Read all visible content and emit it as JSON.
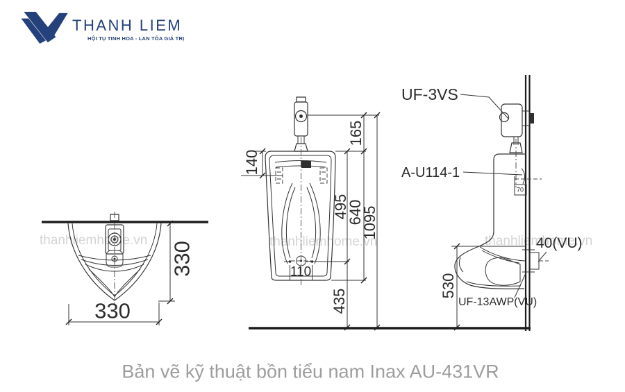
{
  "brand": {
    "name": "THANH LIEM",
    "tagline": "HỘI TỤ TINH HOA - LAN TỎA GIÁ TRỊ"
  },
  "watermark": {
    "text": "thanhliemhome.vn"
  },
  "caption": {
    "text": "Bản vẽ kỹ thuật bồn tiểu nam Inax AU-431VR"
  },
  "colors": {
    "brand_navy": "#24417b",
    "line_dark": "#2f2f2f",
    "caption_gray": "#9d9d9d",
    "watermark_gray": "#d4d4d4"
  },
  "drawing": {
    "product_code": "AU-431VR",
    "part_labels": {
      "flush_valve": "UF-3VS",
      "spud": "A-U114-1",
      "outlet": "40(VU)",
      "trap": "UF-13AWP(VU)"
    },
    "dimensions": {
      "plan_depth": "330",
      "plan_width": "330",
      "bracket_offset": "140",
      "valve_to_rim": "165",
      "rim_to_drain": "495",
      "body_height": "640",
      "total_height": "1095",
      "drain_offset": "110",
      "drain_to_floor": "435",
      "outlet_height": "530",
      "wall_inset": "70"
    }
  }
}
